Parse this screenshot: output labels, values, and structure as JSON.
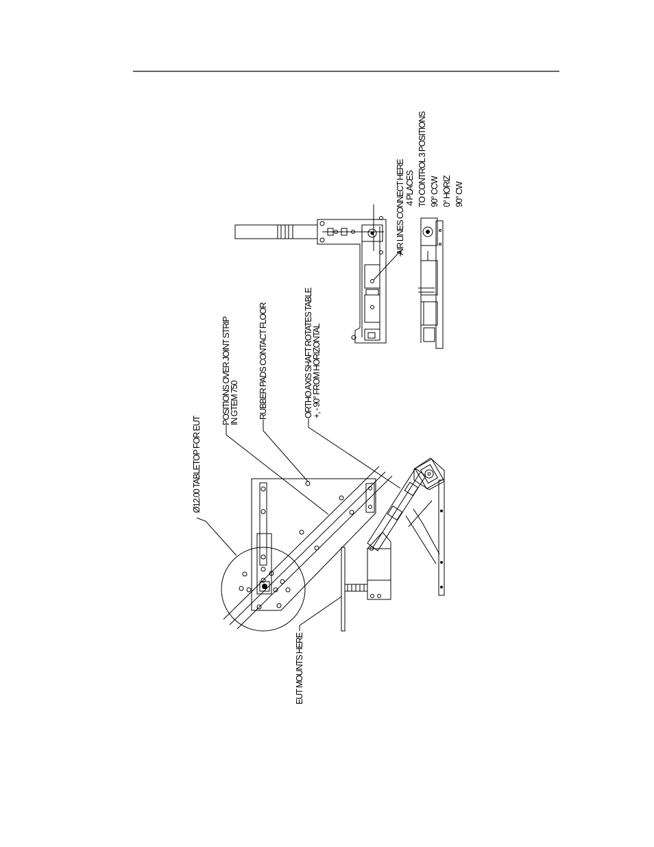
{
  "header": {
    "rule": true
  },
  "callouts": {
    "tabletop": "Ø12.00 TABLETOP FOR EUT",
    "positions_1": "POSITIONS OVER JOINT STRIP",
    "positions_2": "IN GTEM 750",
    "rubber_pads": "RUBBER PADS CONTACT FLOOR",
    "ortho_1": "ORTHO AXIS SHAFT ROTATES TABLE",
    "ortho_2": "+, - 90° FROM HORIZONTAL",
    "eut_mounts": "EUT MOUNTS HERE",
    "air_1": "AIR LINES CONNECT HERE",
    "air_2": "4 PLACES",
    "air_3": "TO CONTROL 3 POSITIONS",
    "air_4": "90° CCW",
    "air_5": "0° HORIZ",
    "air_6": "90° CW"
  },
  "colors": {
    "line": "#000000",
    "background": "#ffffff"
  }
}
